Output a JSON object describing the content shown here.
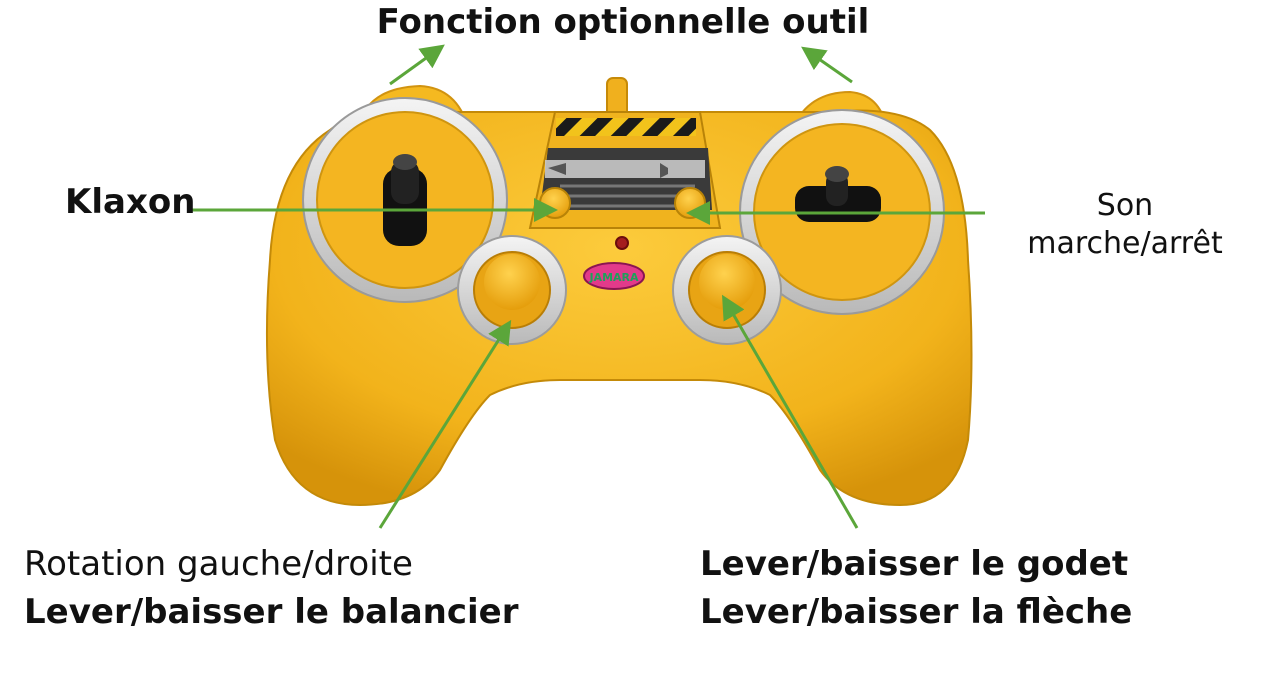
{
  "labels": {
    "top": "Fonction optionnelle outil",
    "klaxon": "Klaxon",
    "son_line1": "Son",
    "son_line2": "marche/arrêt",
    "left_line1": "Rotation gauche/droite",
    "left_line2": "Lever/baisser le balancier",
    "right_line1": "Lever/baisser le godet",
    "right_line2": "Lever/baisser la flèche"
  },
  "logo_text": "JAMARA",
  "colors": {
    "body": "#F2B31B",
    "body_shadow": "#D6930A",
    "silver": "#D8D8D8",
    "arrow": "#5BA63A",
    "stick": "#1A1A1A",
    "text": "#111111"
  }
}
